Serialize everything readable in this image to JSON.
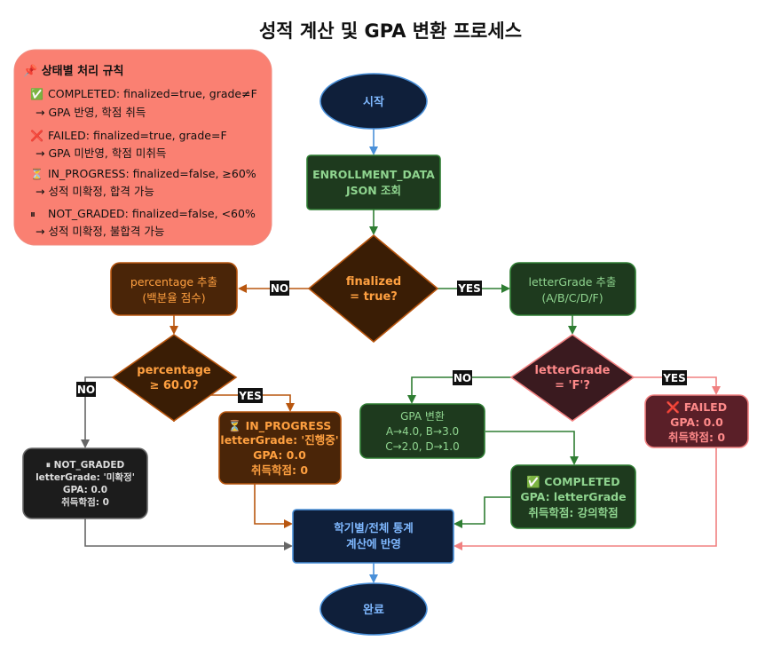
{
  "title": "성적 계산 및 GPA 변환 프로세스",
  "legend": {
    "heading": "📌 상태별 처리 규칙",
    "rules": [
      {
        "icon": "✅",
        "line1": "COMPLETED: finalized=true, grade≠F",
        "line2": "→ GPA 반영, 학점 취득"
      },
      {
        "icon": "❌",
        "line1": "FAILED: finalized=true, grade=F",
        "line2": "→ GPA 미반영, 학점 미취득"
      },
      {
        "icon": "⏳",
        "line1": "IN_PROGRESS: finalized=false, ≥60%",
        "line2": "→ 성적 미확정, 합격 가능"
      },
      {
        "icon": "⏸",
        "line1": "NOT_GRADED: finalized=false, <60%",
        "line2": "→ 성적 미확정, 불합격 가능"
      }
    ]
  },
  "nodes": {
    "start": "시작",
    "fetch": [
      "ENROLLMENT_DATA",
      "JSON 조회"
    ],
    "finalized_q": [
      "finalized",
      "= true?"
    ],
    "pct_extract": [
      "percentage 추출",
      "(백분율 점수)"
    ],
    "letter_extract": [
      "letterGrade 추출",
      "(A/B/C/D/F)"
    ],
    "pct_q": [
      "percentage",
      "≥ 60.0?"
    ],
    "letter_q": [
      "letterGrade",
      "= 'F'?"
    ],
    "gpa_convert": [
      "GPA 변환",
      "A→4.0, B→3.0",
      "C→2.0, D→1.0"
    ],
    "failed": [
      "❌ FAILED",
      "GPA: 0.0",
      "취득학점: 0"
    ],
    "in_progress": [
      "⏳ IN_PROGRESS",
      "letterGrade: '진행중'",
      "GPA: 0.0",
      "취득학점: 0"
    ],
    "not_graded": [
      "⏸ NOT_GRADED",
      "letterGrade: '미확정'",
      "GPA: 0.0",
      "취득학점: 0"
    ],
    "completed": [
      "✅ COMPLETED",
      "GPA: letterGrade",
      "취득학점: 강의학점"
    ],
    "stats": [
      "학기별/전체 통계",
      "계산에 반영"
    ],
    "end": "완료"
  },
  "edge_labels": {
    "finalized_no": "NO",
    "finalized_yes": "YES",
    "letter_no": "NO",
    "letter_yes": "YES",
    "pct_no": "NO",
    "pct_yes": "YES"
  },
  "colors": {
    "legend_bg": "#fa8072",
    "dark_navy": "#0f1f3a",
    "blue_arrow": "#4a90d9",
    "green": "#2e7d32",
    "dark_green": "#1e3a1e",
    "orange": "#d2691e",
    "brown": "#4a2508",
    "pink": "#f08080",
    "gray": "#666666"
  }
}
